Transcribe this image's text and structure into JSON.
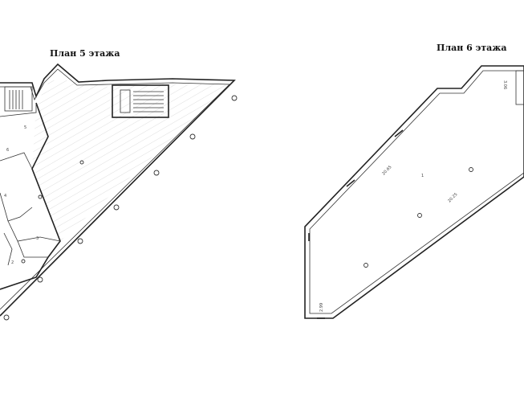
{
  "plans": [
    {
      "title": "План 5 этажа",
      "room_labels": [
        "5",
        "6",
        "4",
        "3",
        "2"
      ]
    },
    {
      "title": "План 6 этажа",
      "room_labels": [
        "1"
      ],
      "dimension_labels": [
        "20.65",
        "20.25",
        "3.06",
        "2.99"
      ]
    }
  ]
}
